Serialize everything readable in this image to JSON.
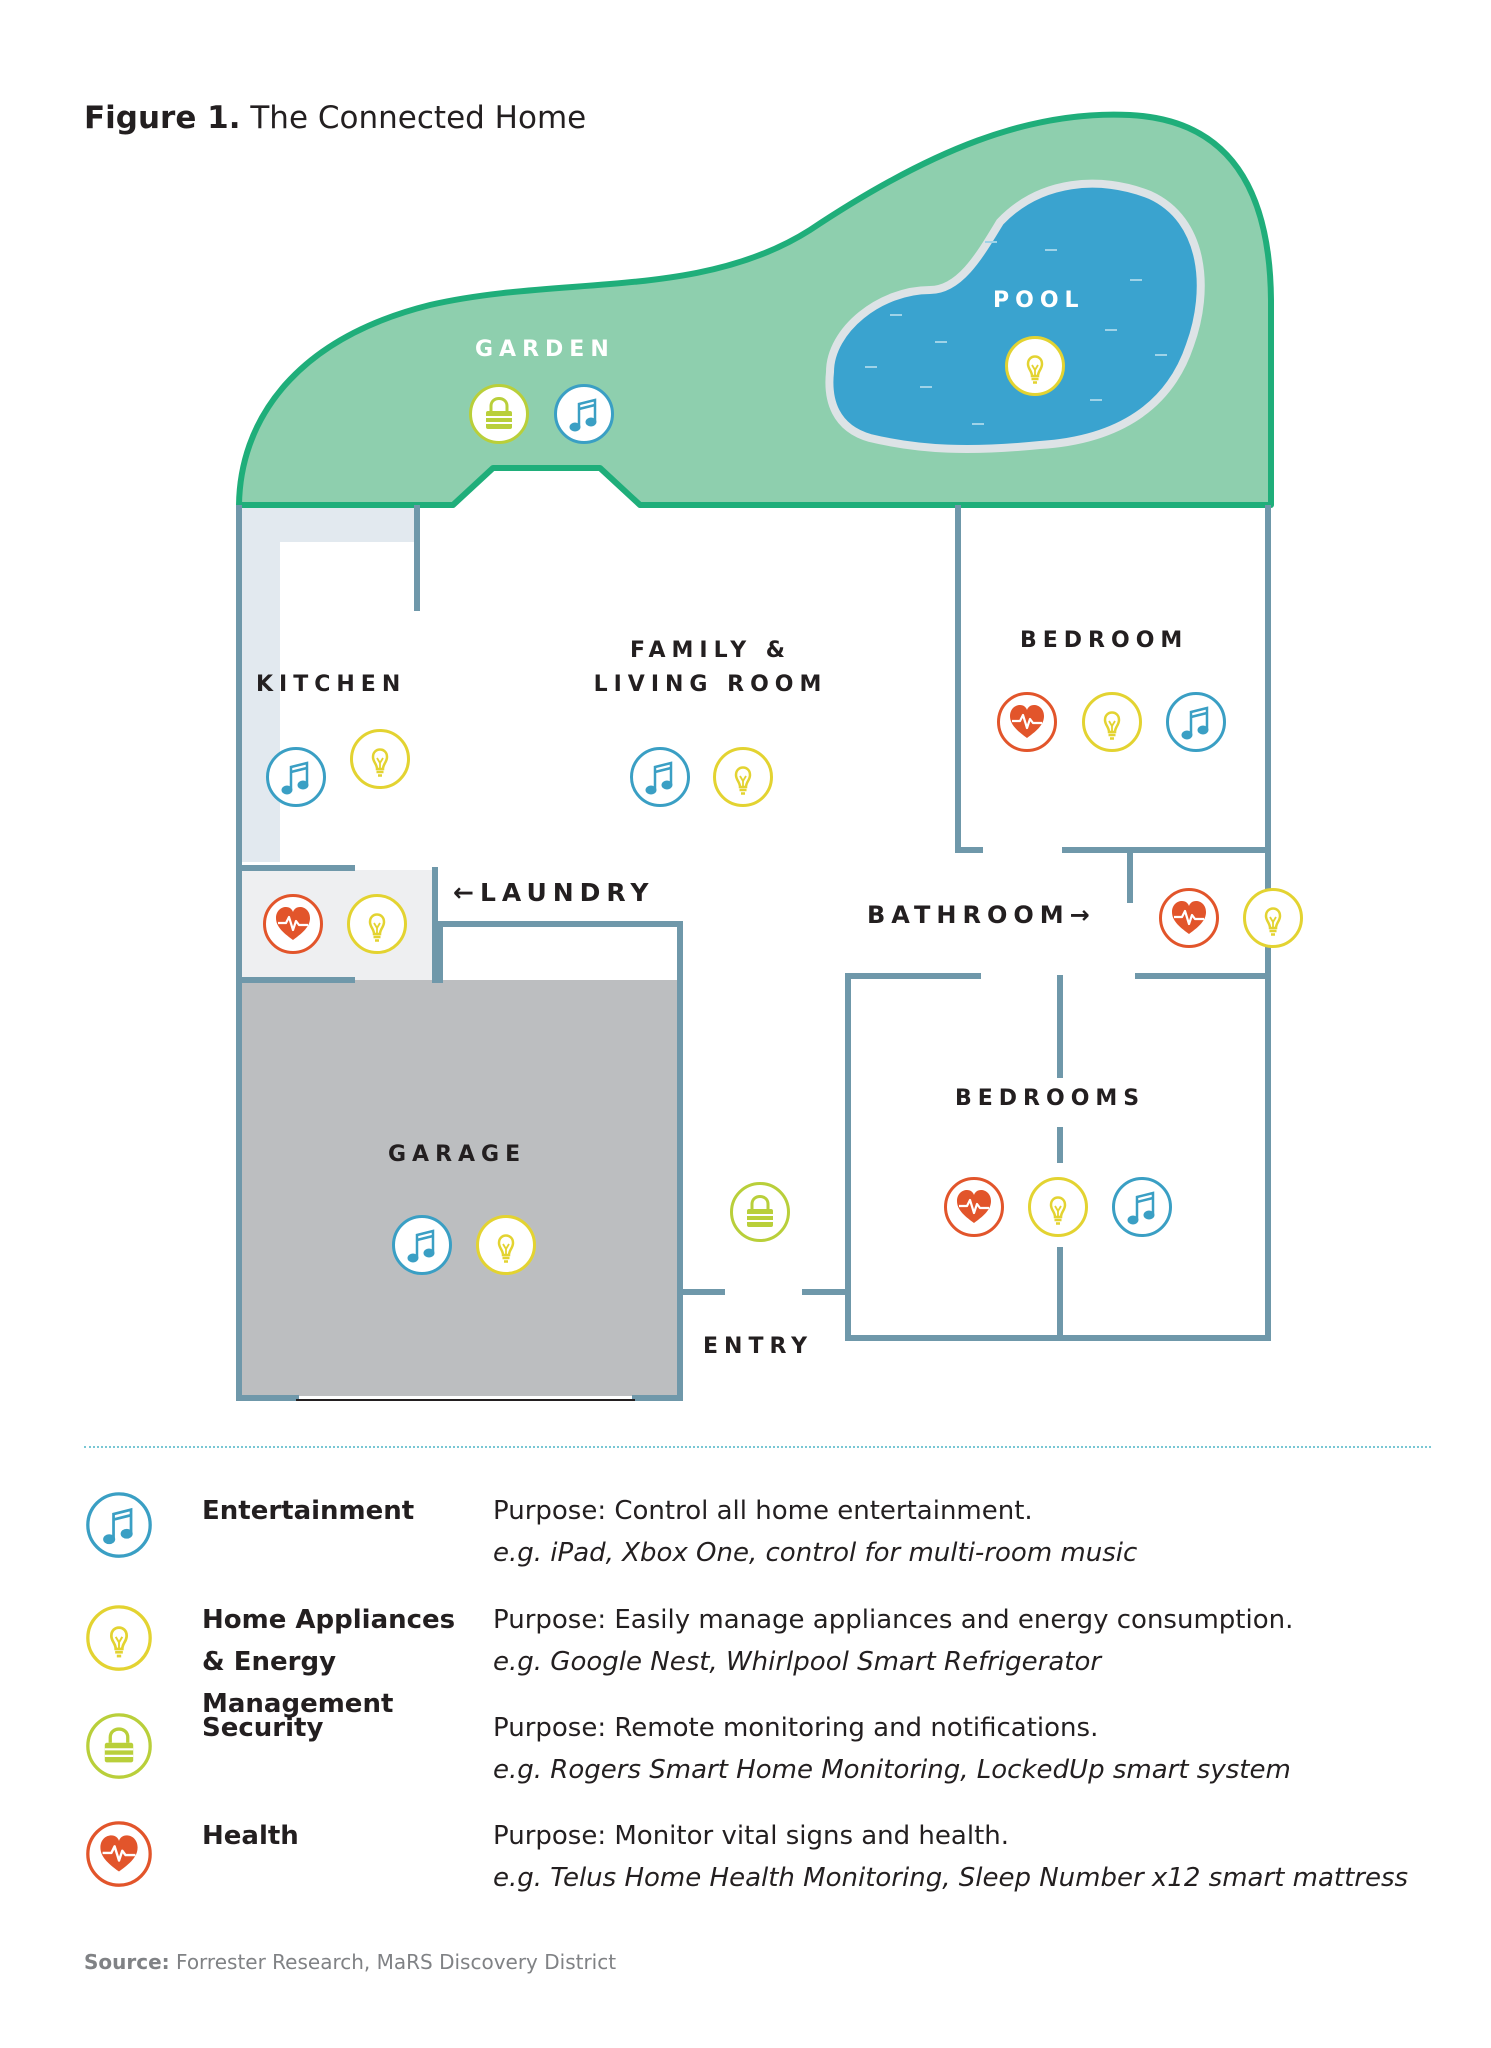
{
  "figure": {
    "label": "Figure 1.",
    "title": "The Connected Home"
  },
  "colors": {
    "entertainment": "#3a9fc4",
    "appliances": "#e3d331",
    "security": "#b9cf3a",
    "health": "#e2552b",
    "wall": "#6f98aa",
    "garden_fill": "#8ecfae",
    "garden_border": "#1fae7a",
    "pool": "#3aa3cf",
    "garage": "#bcbec0"
  },
  "rooms": {
    "garden": "GARDEN",
    "pool": "POOL",
    "kitchen": "KITCHEN",
    "family_line1": "FAMILY &",
    "family_line2": "LIVING ROOM",
    "bedroom": "BEDROOM",
    "laundry": "←LAUNDRY",
    "bathroom": "BATHROOM→",
    "garage": "GARAGE",
    "bedrooms": "BEDROOMS",
    "entry": "ENTRY"
  },
  "icons": {
    "garden": [
      "security",
      "entertainment"
    ],
    "pool": [
      "appliances"
    ],
    "kitchen": [
      "entertainment",
      "appliances"
    ],
    "family": [
      "entertainment",
      "appliances"
    ],
    "bedroom": [
      "health",
      "appliances",
      "entertainment"
    ],
    "laundry": [
      "health",
      "appliances"
    ],
    "bathroom": [
      "health",
      "appliances"
    ],
    "garage": [
      "entertainment",
      "appliances"
    ],
    "entry": [
      "security"
    ],
    "bedrooms": [
      "health",
      "appliances",
      "entertainment"
    ]
  },
  "legend": [
    {
      "icon": "entertainment",
      "category": "Entertainment",
      "purpose": "Purpose: Control all home entertainment.",
      "example": "e.g. iPad, Xbox One, control for multi-room music"
    },
    {
      "icon": "appliances",
      "category": "Home Appliances & Energy Management",
      "purpose": "Purpose: Easily manage appliances and energy consumption.",
      "example": "e.g. Google Nest, Whirlpool Smart Refrigerator"
    },
    {
      "icon": "security",
      "category": "Security",
      "purpose": "Purpose: Remote monitoring and notifications.",
      "example": "e.g. Rogers Smart Home Monitoring, LockedUp smart system"
    },
    {
      "icon": "health",
      "category": "Health",
      "purpose": "Purpose: Monitor vital signs and health.",
      "example": "e.g. Telus Home Health Monitoring, Sleep Number x12 smart mattress"
    }
  ],
  "source": {
    "label": "Source:",
    "text": "Forrester Research, MaRS Discovery District"
  }
}
